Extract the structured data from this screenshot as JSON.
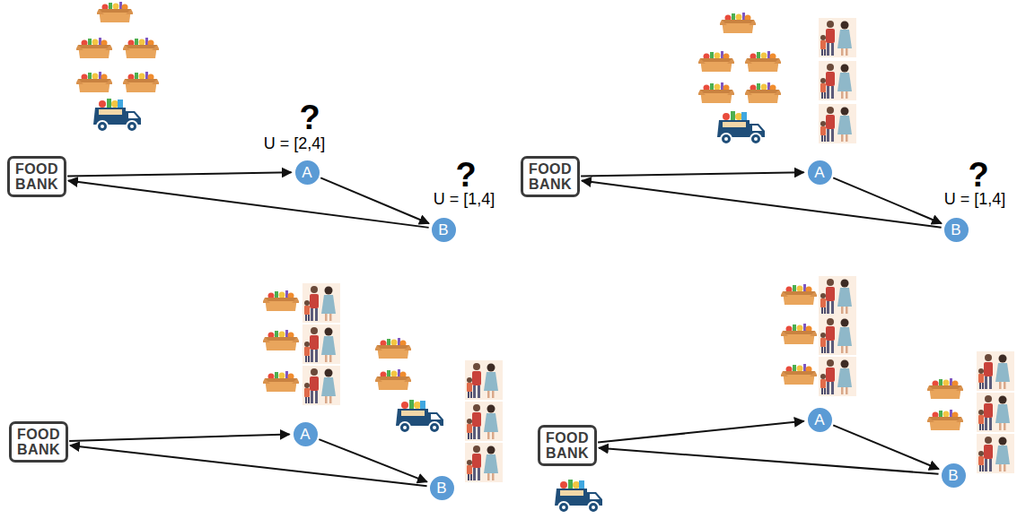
{
  "diagram": {
    "nodes": [
      {
        "text": [
          "FOOD BANK"
        ]
      },
      {
        "text": [
          "A"
        ]
      },
      {
        "text": [
          "B"
        ]
      },
      {
        "text": [
          "FOOD BANK"
        ]
      },
      {
        "text": [
          "A"
        ]
      },
      {
        "text": [
          "B"
        ]
      },
      {
        "text": [
          "FOOD BANK"
        ]
      },
      {
        "text": [
          "A"
        ]
      },
      {
        "text": [
          "B"
        ]
      },
      {
        "text": [
          "FOOD BANK"
        ]
      },
      {
        "text": [
          "A"
        ]
      },
      {
        "text": [
          "B"
        ]
      }
    ],
    "edges": [
      {
        "from": 0,
        "to": 1,
        "arrow": "to"
      },
      {
        "from": 1,
        "to": 2,
        "arrow": "to"
      },
      {
        "from": 2,
        "to": 0,
        "arrow": "to"
      },
      {
        "from": 3,
        "to": 4,
        "arrow": "to"
      },
      {
        "from": 4,
        "to": 5,
        "arrow": "to"
      },
      {
        "from": 5,
        "to": 3,
        "arrow": "to"
      },
      {
        "from": 6,
        "to": 7,
        "arrow": "to"
      },
      {
        "from": 7,
        "to": 8,
        "arrow": "to"
      },
      {
        "from": 8,
        "to": 6,
        "arrow": "to"
      },
      {
        "from": 9,
        "to": 10,
        "arrow": "to"
      },
      {
        "from": 10,
        "to": 11,
        "arrow": "to"
      },
      {
        "from": 11,
        "to": 9,
        "arrow": "to"
      }
    ],
    "labels": [
      "?",
      "U = [2,4]",
      "?",
      "U = [1,4]",
      "?",
      "U = [1,4]"
    ]
  }
}
